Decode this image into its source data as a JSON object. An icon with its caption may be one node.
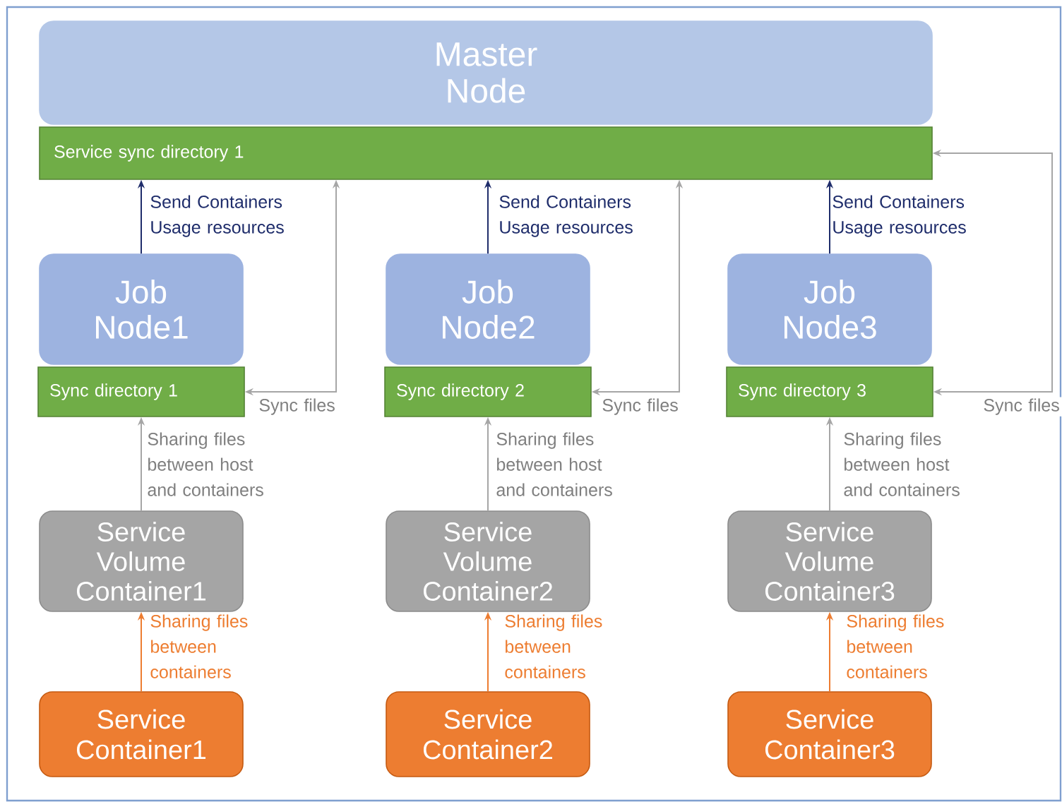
{
  "diagram": {
    "nodes": [
      {
        "text": [
          "Master Node"
        ]
      },
      {
        "text": [
          "Service sync directory 1"
        ]
      },
      {
        "text": [
          "Job Node1"
        ]
      },
      {
        "text": [
          "Job Node2"
        ]
      },
      {
        "text": [
          "Job Node3"
        ]
      },
      {
        "text": [
          "Sync directory 1"
        ]
      },
      {
        "text": [
          "Sync directory 2"
        ]
      },
      {
        "text": [
          "Sync directory 3"
        ]
      },
      {
        "text": [
          "Service Volume Container1"
        ]
      },
      {
        "text": [
          "Service Volume Container2"
        ]
      },
      {
        "text": [
          "Service Volume Container3"
        ]
      },
      {
        "text": [
          "Service Container1"
        ]
      },
      {
        "text": [
          "Service Container2"
        ]
      },
      {
        "text": [
          "Service Container3"
        ]
      }
    ],
    "edges": [
      {
        "from": 2,
        "to": 1,
        "arrow": "to",
        "label": "Send Containers Usage resources",
        "color": "#1f2d6b"
      },
      {
        "from": 1,
        "to": 5,
        "arrow": "both",
        "label": "Sync files"
      },
      {
        "from": 8,
        "to": 5,
        "arrow": "to",
        "label": "Sharing files between host and containers"
      },
      {
        "from": 11,
        "to": 8,
        "arrow": "to",
        "label": "Sharing files between containers",
        "color": "#ed7d31"
      },
      {
        "from": 3,
        "to": 1,
        "arrow": "to",
        "label": "Send Containers Usage resources",
        "color": "#1f2d6b"
      },
      {
        "from": 1,
        "to": 6,
        "arrow": "both",
        "label": "Sync files"
      },
      {
        "from": 9,
        "to": 6,
        "arrow": "to",
        "label": "Sharing files between host and containers"
      },
      {
        "from": 12,
        "to": 9,
        "arrow": "to",
        "label": "Sharing files between containers",
        "color": "#ed7d31"
      },
      {
        "from": 4,
        "to": 1,
        "arrow": "to",
        "label": "Send Containers Usage resources",
        "color": "#1f2d6b"
      },
      {
        "from": 1,
        "to": 7,
        "arrow": "both",
        "label": "Sync files"
      },
      {
        "from": 10,
        "to": 7,
        "arrow": "to",
        "label": "Sharing files between host and containers"
      },
      {
        "from": 13,
        "to": 10,
        "arrow": "to",
        "label": "Sharing files between containers",
        "color": "#ed7d31"
      }
    ]
  }
}
